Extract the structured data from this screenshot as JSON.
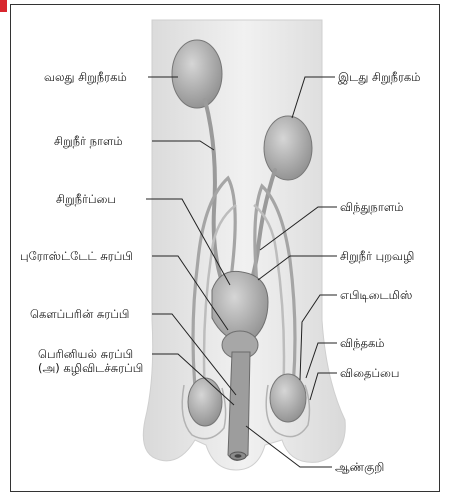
{
  "labels": {
    "right_kidney": "வலது சிறுநீரகம்",
    "left_kidney": "இடது சிறுநீரகம்",
    "ureter": "சிறுநீர் நாளம்",
    "bladder": "சிறுநீர்ப்பை",
    "vas_deferens": "விந்துநாளம்",
    "prostate": "புரோஸ்ட்டேட் சுரப்பி",
    "urethra": "சிறுநீர் புறவழி",
    "epididymis": "எபிடிடைமிஸ்",
    "cowpers_gland": "கௌப்பரின் சுரப்பி",
    "testis": "விந்தகம்",
    "scrotum": "விதைப்பை",
    "perineal_gland_line1": "பெரினியல் சுரப்பி",
    "perineal_gland_line2": "(அ) கழிவிடச்சுரப்பி",
    "penis": "ஆண்குறி"
  },
  "colors": {
    "accent": "#d8262e",
    "body_silhouette": "#e6e6e6",
    "organ_fill": "#b9b9b9",
    "leader_line": "#222222"
  }
}
